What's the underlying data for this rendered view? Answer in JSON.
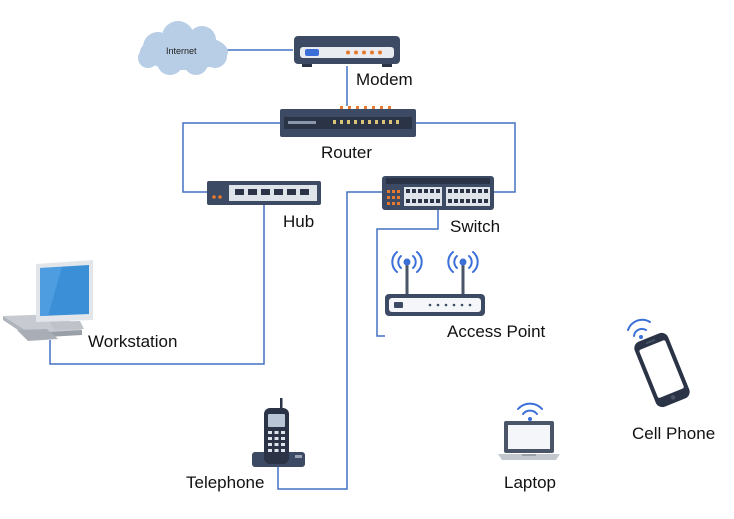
{
  "colors": {
    "link": "#4472c4",
    "device_dark": "#3c4b63",
    "device_panel": "#2b3447",
    "cloud": "#b8cde6",
    "led": "#e87a2e",
    "device_light": "#dfe3ea"
  },
  "nodes": {
    "internet": "Internet",
    "modem": "Modem",
    "router": "Router",
    "hub": "Hub",
    "switch": "Switch",
    "access_point": "Access Point",
    "workstation": "Workstation",
    "telephone": "Telephone",
    "laptop": "Laptop",
    "cell_phone": "Cell Phone"
  },
  "icons": {
    "internet": "cloud-icon",
    "modem": "modem-icon",
    "router": "router-icon",
    "hub": "hub-icon",
    "switch": "switch-icon",
    "access_point": "access-point-icon",
    "workstation": "workstation-icon",
    "telephone": "telephone-icon",
    "laptop": "laptop-icon",
    "cell_phone": "cell-phone-icon"
  }
}
